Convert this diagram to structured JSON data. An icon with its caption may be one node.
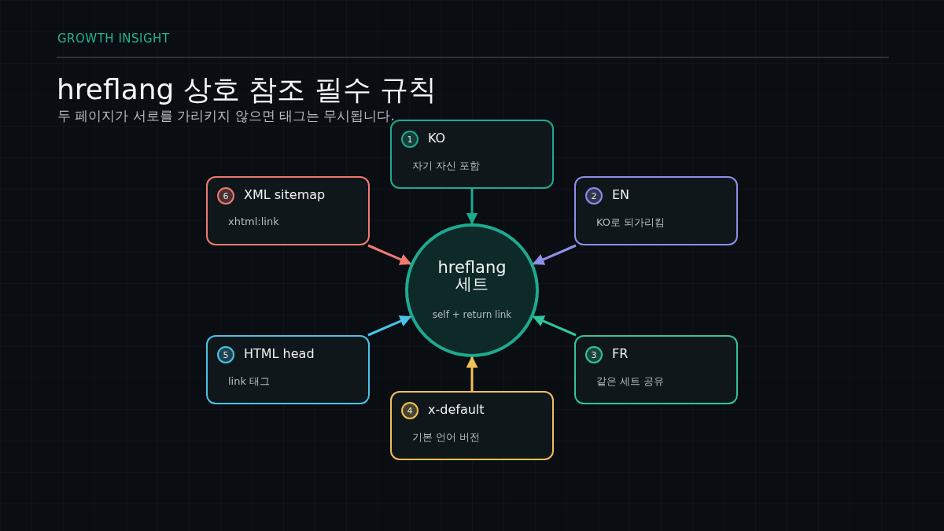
{
  "diagram": {
    "title": "hreflang 상호 참조 필수 규칙",
    "caption": "두 페이지가 서로를 가리키지 않으면 태그는 무시됩니다.",
    "labels": [
      "GROWTH INSIGHT"
    ],
    "nodes": [
      {
        "text": [
          "hreflang 세트",
          "self + return link"
        ]
      },
      {
        "text": [
          "1",
          "KO",
          "자기 자신 포함"
        ]
      },
      {
        "text": [
          "2",
          "EN",
          "KO로 되가리킴"
        ]
      },
      {
        "text": [
          "3",
          "FR",
          "같은 세트 공유"
        ]
      },
      {
        "text": [
          "4",
          "x-default",
          "기본 언어 버전"
        ]
      },
      {
        "text": [
          "5",
          "HTML head",
          "link 태그"
        ]
      },
      {
        "text": [
          "6",
          "XML sitemap",
          "xhtml:link"
        ]
      }
    ],
    "edges": [
      {
        "from": 1,
        "to": 0,
        "arrow": "to",
        "color": "#1fa98f"
      },
      {
        "from": 2,
        "to": 0,
        "arrow": "to",
        "color": "#8f8fe8"
      },
      {
        "from": 3,
        "to": 0,
        "arrow": "to",
        "color": "#2fc79a"
      },
      {
        "from": 4,
        "to": 0,
        "arrow": "to",
        "color": "#f0c05a"
      },
      {
        "from": 5,
        "to": 0,
        "arrow": "to",
        "color": "#4cc3e8"
      },
      {
        "from": 6,
        "to": 0,
        "arrow": "to",
        "color": "#f07a70"
      }
    ]
  }
}
